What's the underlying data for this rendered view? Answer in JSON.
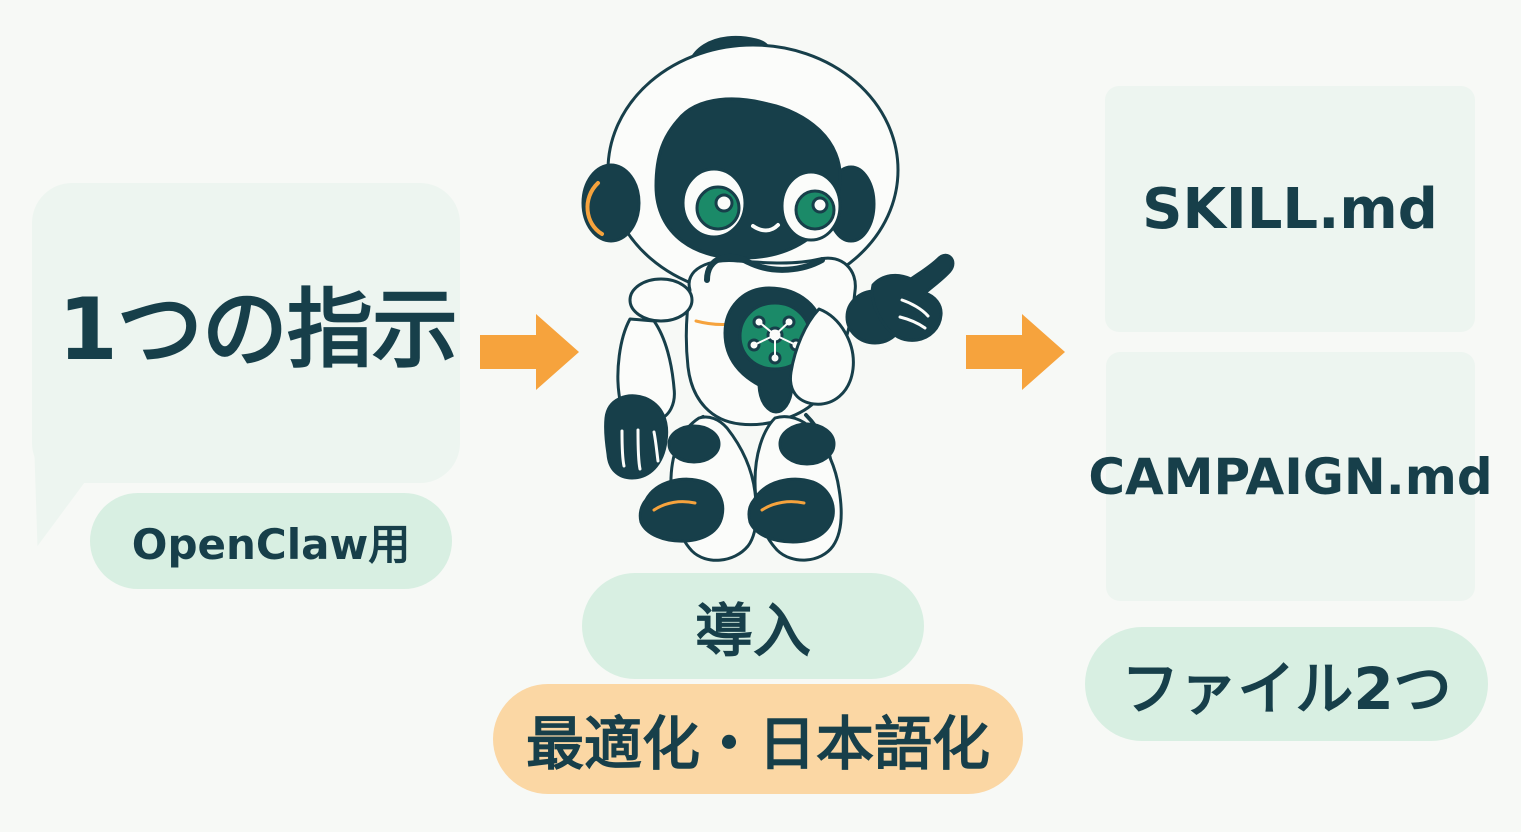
{
  "left_section": {
    "headline": "1つの指示",
    "tag": "OpenClaw用"
  },
  "center_section": {
    "primary_tag": "導入",
    "secondary_tag": "最適化・日本語化"
  },
  "right_section": {
    "files": [
      {
        "name": "SKILL.md"
      },
      {
        "name": "CAMPAIGN.md"
      }
    ],
    "tag": "ファイル2つ"
  },
  "colors": {
    "background": "#f7f9f6",
    "card": "#edf5f0",
    "green_tag": "#d8efe2",
    "orange_tag": "#fbd7a4",
    "arrow": "#f6a33d",
    "text": "#173f4a",
    "robot_dark": "#173f4a",
    "robot_accent": "#1b8a68"
  },
  "icons": {
    "arrow_left": "arrow-right-icon",
    "arrow_right": "arrow-right-icon",
    "robot": "robot-icon",
    "chest": "network-node-icon"
  }
}
